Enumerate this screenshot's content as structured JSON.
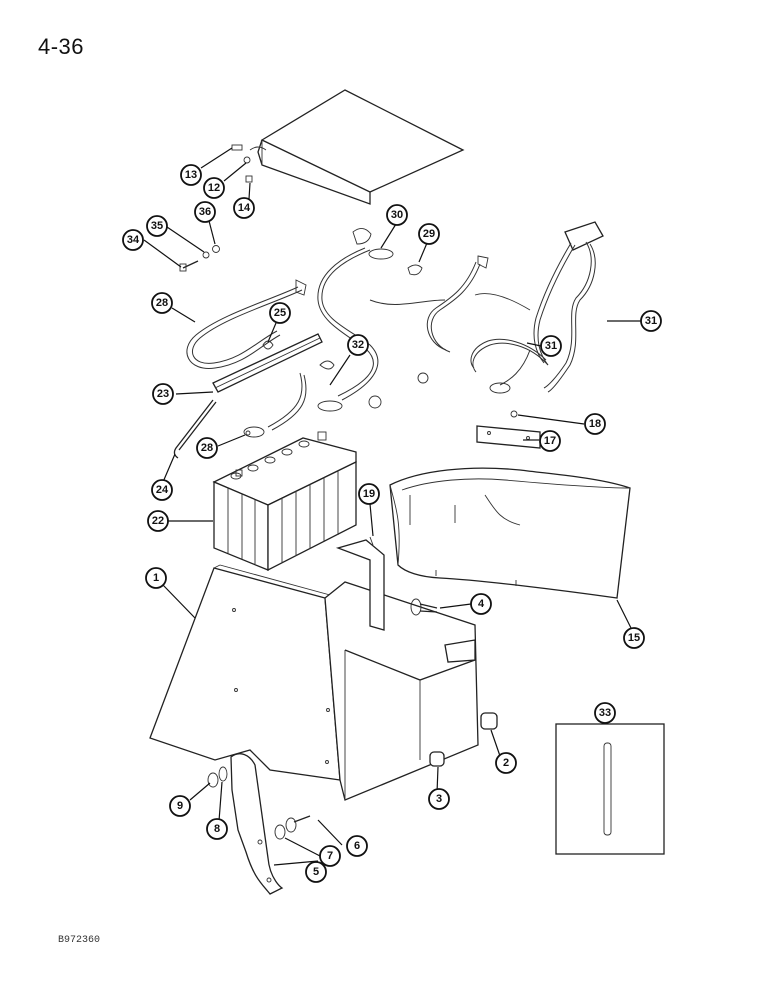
{
  "page": {
    "number": "4-36",
    "figure_code": "B972360"
  },
  "callouts": {
    "c1": "1",
    "c2": "2",
    "c3": "3",
    "c4": "4",
    "c5": "5",
    "c6": "6",
    "c7": "7",
    "c8": "8",
    "c9": "9",
    "c12": "12",
    "c13": "13",
    "c14": "14",
    "c15": "15",
    "c17": "17",
    "c18": "18",
    "c19": "19",
    "c22": "22",
    "c23": "23",
    "c24": "24",
    "c25": "25",
    "c28a": "28",
    "c28b": "28",
    "c29": "29",
    "c30": "30",
    "c31a": "31",
    "c31b": "31",
    "c32": "32",
    "c33": "33",
    "c34": "34",
    "c35": "35",
    "c36": "36"
  }
}
